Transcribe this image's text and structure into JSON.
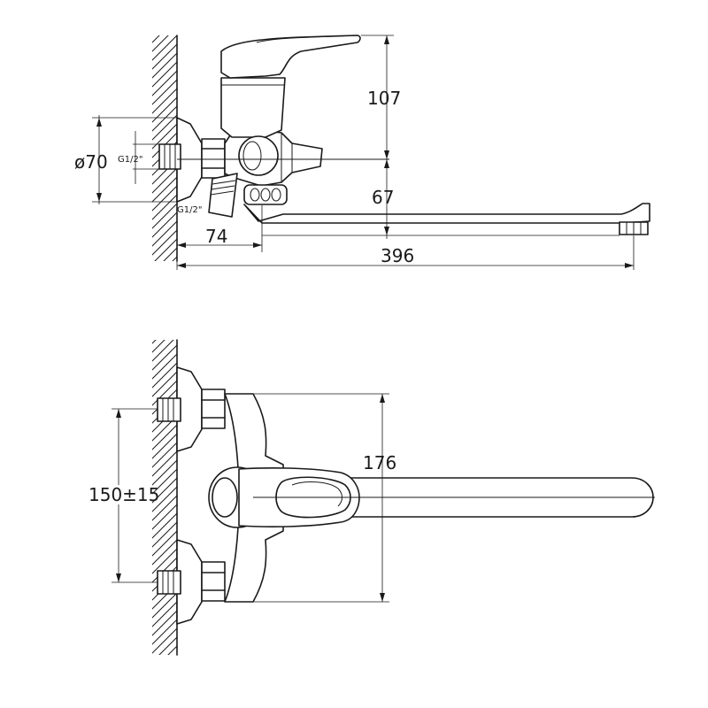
{
  "side_view": {
    "dim_height_top": "107",
    "dim_diameter": "ø70",
    "dim_thread_upper": "G1/2\"",
    "dim_thread_lower": "G1/2\"",
    "dim_height_spout": "67",
    "dim_offset": "74",
    "dim_spout_length": "396"
  },
  "top_view": {
    "dim_spacing": "176",
    "dim_inlet_spacing": "150±15"
  }
}
